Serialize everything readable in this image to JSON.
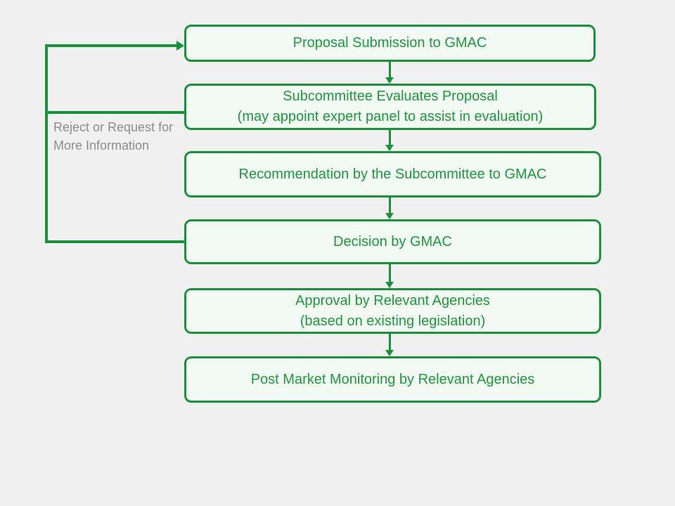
{
  "page": {
    "background_color": "#f0f0f1"
  },
  "colors": {
    "line_green": "#169338",
    "box_text_green": "#1a9a3c",
    "box_fill": "#f3faf3",
    "feedback_label_gray": "#8c8c8c"
  },
  "flowchart": {
    "boxes": [
      {
        "id": "proposal-submission",
        "lines": [
          "Proposal Submission to GMAC"
        ]
      },
      {
        "id": "subcommittee-evaluates",
        "lines": [
          "Subcommittee Evaluates Proposal",
          "(may appoint expert panel to assist in evaluation)"
        ]
      },
      {
        "id": "recommendation",
        "lines": [
          "Recommendation by the Subcommittee to GMAC"
        ]
      },
      {
        "id": "decision",
        "lines": [
          "Decision by GMAC"
        ]
      },
      {
        "id": "approval",
        "lines": [
          "Approval by Relevant Agencies",
          "(based on existing legislation)"
        ]
      },
      {
        "id": "post-market-monitoring",
        "lines": [
          "Post Market Monitoring by Relevant Agencies"
        ]
      }
    ],
    "feedback": {
      "label_line1": "Reject or Request for",
      "label_line2": "More Information"
    }
  }
}
